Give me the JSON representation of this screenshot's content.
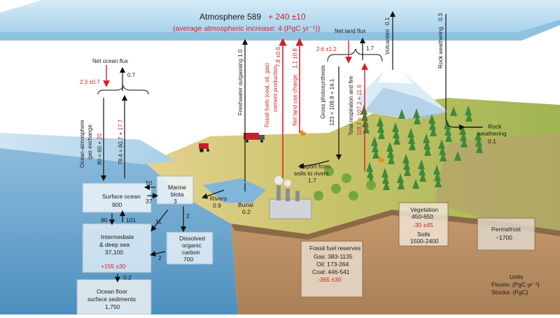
{
  "atmosphere": {
    "label": "Atmosphere 589",
    "change": "+ 240 ±10",
    "avg_increase": "(average atmospheric increase: 4 (PgC yr⁻¹))"
  },
  "net_ocean_flux": {
    "label": "Net ocean flux",
    "down": "2.3 ±0.7",
    "up": "0.7"
  },
  "ocean_atm_exchange": {
    "label_line1": "Ocean-atmosphere",
    "label_line2": "gas exchange",
    "down": "80 = 60 +",
    "down_red": "20",
    "up": "78.4 = 60.7 +",
    "up_red": "17.7"
  },
  "freshwater_outgassing": {
    "label": "Freshwater outgassing",
    "value": "1.0"
  },
  "fossil_fuels": {
    "label_line1": "Fossil fuels (coal, oil, gas)",
    "label_line2": "cement production",
    "value": "7.8 ±0.6"
  },
  "net_land_use": {
    "label": "Net land use change",
    "value": "1.1 ±0.8"
  },
  "net_land_flux": {
    "label": "Net land flux",
    "down": "2.6 ±1.2",
    "up": "1.7"
  },
  "gross_photosynthesis": {
    "label": "Gross photosynthesis",
    "value": "123 = 108.9 + 14.1"
  },
  "total_respiration": {
    "label": "Total respiration and fire",
    "value": "118.7 = 107.2 + 11.6"
  },
  "volcanism": {
    "label": "Volcanism",
    "value": "0.1"
  },
  "rock_weathering_top": {
    "label": "Rock weathering",
    "value": "0.3"
  },
  "rock_weathering_side": {
    "label_line1": "Rock",
    "label_line2": "weathering",
    "value": "0.1"
  },
  "export": {
    "label_line1": "Export from",
    "label_line2": "soils to rivers",
    "value": "1.7"
  },
  "rivers": {
    "label": "Rivers",
    "value": "0.9"
  },
  "burial": {
    "label": "Burial",
    "value": "0.2"
  },
  "surface_ocean": {
    "label": "Surface ocean",
    "value": "900"
  },
  "marine_biota": {
    "label_line1": "Marine",
    "label_line2": "biota",
    "value": "3"
  },
  "flux_50": "50",
  "flux_37": "37",
  "flux_90": "90",
  "flux_101": "101",
  "flux_2a": "2",
  "flux_11": "11",
  "flux_2b": "2",
  "flux_02": "0.2",
  "deep_sea": {
    "label_line1": "Intermediate",
    "label_line2": "& deep sea",
    "value": "37,100",
    "change": "+155 ±30"
  },
  "doc": {
    "label_line1": "Dissolved",
    "label_line2": "organic",
    "label_line3": "carbon",
    "value": "700"
  },
  "ocean_floor": {
    "label_line1": "Ocean floor",
    "label_line2": "surface sediments",
    "value": "1,750"
  },
  "fossil_reserves": {
    "label": "Fossil fuel reserves",
    "gas": "Gas: 383-1135",
    "oil": "Oil: 173-264",
    "coal": "Coal: 446-541",
    "change": "-365 ±30"
  },
  "vegetation": {
    "label": "Vegetation",
    "value": "450-650",
    "change": "-30 ±45",
    "soils_label": "Soils",
    "soils_value": "1500-2400"
  },
  "permafrost": {
    "label": "Permafrost",
    "value": "~1700"
  },
  "units": {
    "label": "Units",
    "fluxes": "Fluxes: (PgC yr⁻¹)",
    "stocks": "Stocks: (PgC)"
  },
  "colors": {
    "ocean": "#6fa6cc",
    "atmosphere": "#bfe0f3",
    "land_dry": "#dcc685",
    "land_green": "#a8bd5a",
    "soil": "#b08a62",
    "red": "#d32027"
  }
}
